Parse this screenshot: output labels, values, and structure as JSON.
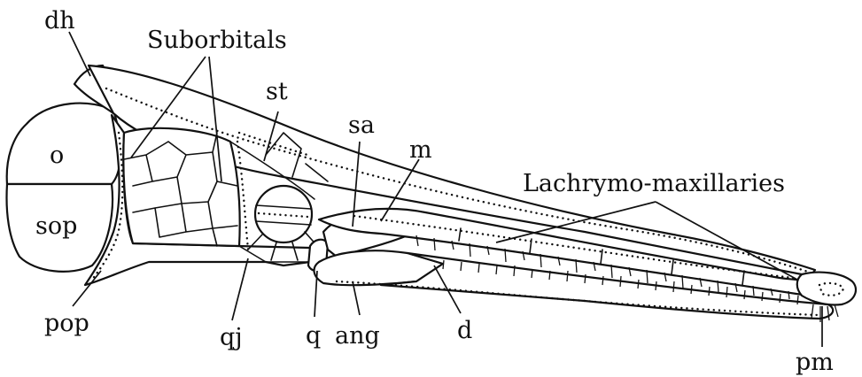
{
  "labels": {
    "dh": "dh",
    "suborbitals": "Suborbitals",
    "st": "st",
    "sa": "sa",
    "m": "m",
    "lachrymo_maxillaries": "Lachrymo-maxillaries",
    "o": "o",
    "sop": "sop",
    "pop": "pop",
    "qj": "qj",
    "q": "q",
    "ang": "ang",
    "d": "d",
    "pm": "pm"
  }
}
